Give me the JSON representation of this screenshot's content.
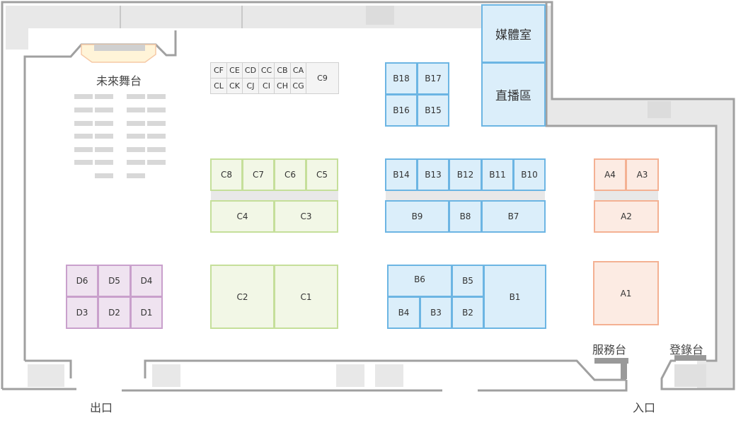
{
  "labels": {
    "stage": "未來舞台",
    "service_desk": "服務台",
    "registration_desk": "登錄台",
    "exit": "出口",
    "entrance": "入口",
    "media_room": "媒體室",
    "live_area": "直播區"
  },
  "booths": {
    "CF": "CF",
    "CE": "CE",
    "CD": "CD",
    "CC": "CC",
    "CB": "CB",
    "CA": "CA",
    "C9": "C9",
    "CL": "CL",
    "CK": "CK",
    "CJ": "CJ",
    "CI": "CI",
    "CH": "CH",
    "CG": "CG",
    "C8": "C8",
    "C7": "C7",
    "C6": "C6",
    "C5": "C5",
    "C4": "C4",
    "C3": "C3",
    "C2": "C2",
    "C1": "C1",
    "D6": "D6",
    "D5": "D5",
    "D4": "D4",
    "D3": "D3",
    "D2": "D2",
    "D1": "D1",
    "B18": "B18",
    "B17": "B17",
    "B16": "B16",
    "B15": "B15",
    "B14": "B14",
    "B13": "B13",
    "B12": "B12",
    "B11": "B11",
    "B10": "B10",
    "B9": "B9",
    "B8": "B8",
    "B7": "B7",
    "B6": "B6",
    "B5": "B5",
    "B4": "B4",
    "B3": "B3",
    "B2": "B2",
    "B1": "B1",
    "A4": "A4",
    "A3": "A3",
    "A2": "A2",
    "A1": "A1"
  },
  "colors": {
    "zone_a": "#f4b193",
    "zone_b": "#6cb5e3",
    "zone_c": "#c5df9a",
    "zone_d": "#c9a0cc",
    "wall": "#a0a0a0",
    "corridor": "#e8e8e8"
  }
}
